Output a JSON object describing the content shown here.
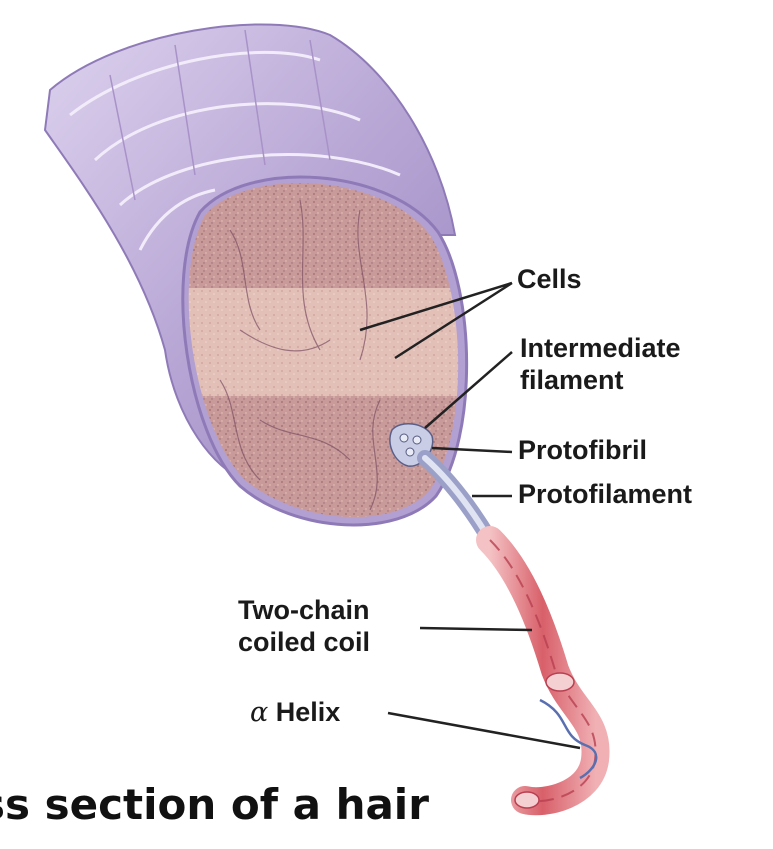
{
  "labels": {
    "cells": "Cells",
    "intermediate_filament_line1": "Intermediate",
    "intermediate_filament_line2": "filament",
    "protofibril": "Protofibril",
    "protofilament": "Protofilament",
    "two_chain_line1": "Two-chain",
    "two_chain_line2": "coiled coil",
    "alpha_symbol": "α",
    "helix": "Helix"
  },
  "caption": "ss section of a hair",
  "colors": {
    "hair_sheath": "#b9a8d6",
    "hair_sheath_dark": "#8f7ab8",
    "cross_section": "#c99a9a",
    "cross_section_light": "#e2c0b8",
    "coil_red": "#d8606a",
    "coil_pink": "#f0b0b4",
    "helix_blue": "#5a6fb0",
    "leader_line": "#222222"
  }
}
